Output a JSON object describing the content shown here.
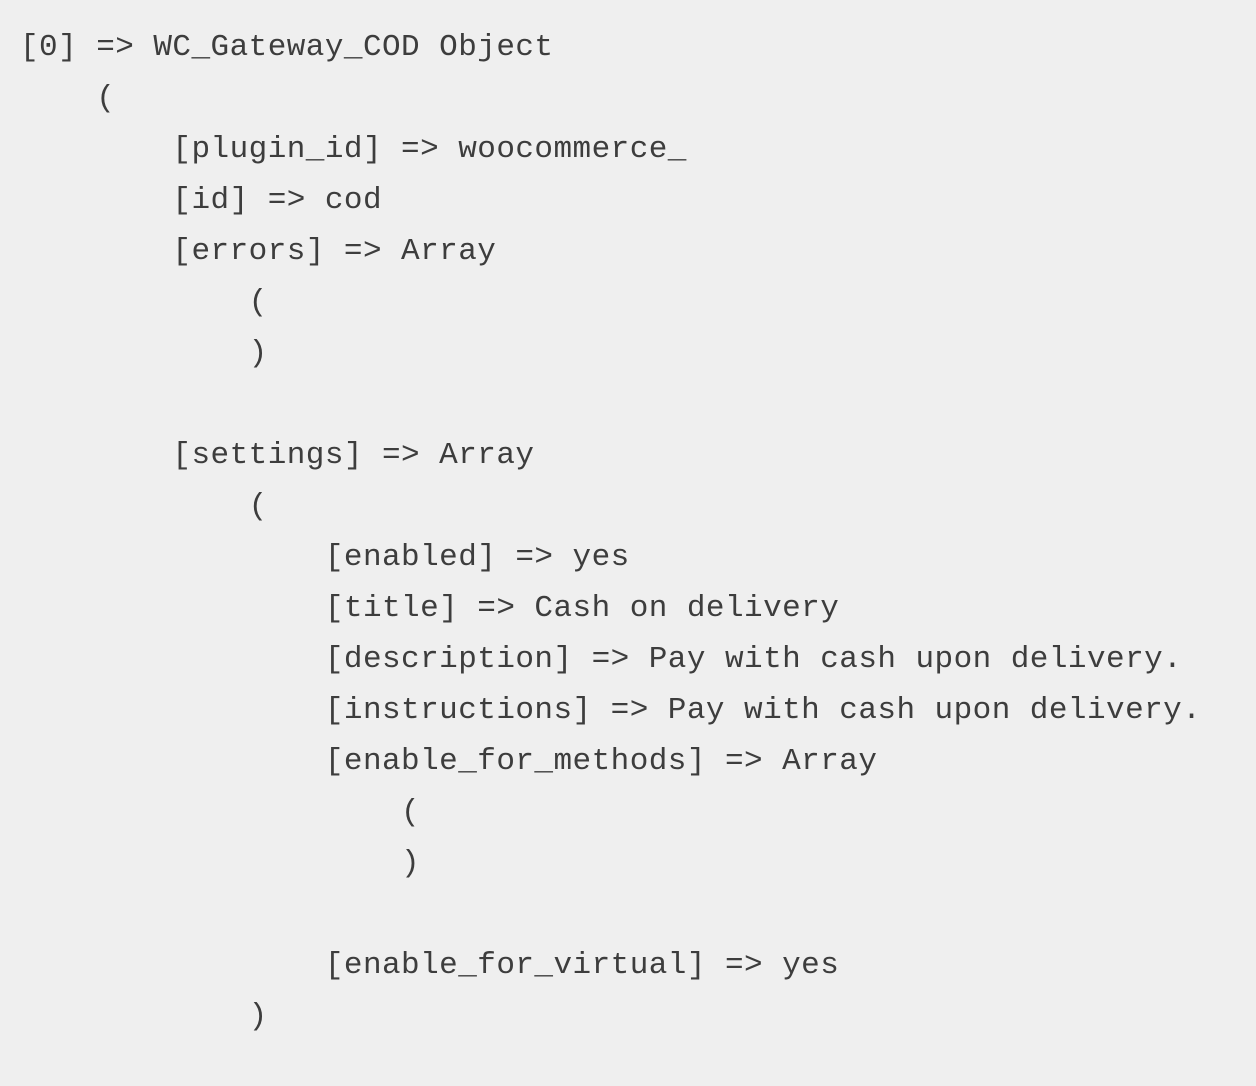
{
  "page": {
    "kind": "php-print-r-dump",
    "background_color": "#efefef",
    "text_color": "#3d3d3d",
    "object_class": "WC_Gateway_COD",
    "root_index": "[0]",
    "arrow": "=>"
  },
  "dump": {
    "lines": [
      "[0] => WC_Gateway_COD Object",
      "    (",
      "        [plugin_id] => woocommerce_",
      "        [id] => cod",
      "        [errors] => Array",
      "            (",
      "            )",
      "",
      "        [settings] => Array",
      "            (",
      "                [enabled] => yes",
      "                [title] => Cash on delivery",
      "                [description] => Pay with cash upon delivery.",
      "                [instructions] => Pay with cash upon delivery.",
      "                [enable_for_methods] => Array",
      "                    (",
      "                    )",
      "",
      "                [enable_for_virtual] => yes",
      "            )"
    ],
    "entries": [
      {
        "key": "plugin_id",
        "value": "woocommerce_"
      },
      {
        "key": "id",
        "value": "cod"
      },
      {
        "key": "errors",
        "value": "Array"
      },
      {
        "key": "settings",
        "value": "Array"
      }
    ],
    "settings_entries": [
      {
        "key": "enabled",
        "value": "yes"
      },
      {
        "key": "title",
        "value": "Cash on delivery"
      },
      {
        "key": "description",
        "value": "Pay with cash upon delivery."
      },
      {
        "key": "instructions",
        "value": "Pay with cash upon delivery."
      },
      {
        "key": "enable_for_methods",
        "value": "Array"
      },
      {
        "key": "enable_for_virtual",
        "value": "yes"
      }
    ]
  }
}
